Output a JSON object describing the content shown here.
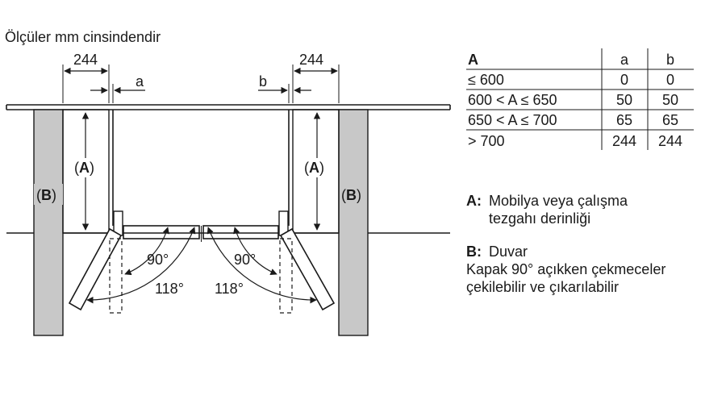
{
  "note": "Ölçüler mm cinsindendir",
  "dims": {
    "left_gap": "244",
    "right_gap": "244",
    "a_label": "a",
    "b_label": "b",
    "depth_left": "A",
    "depth_right": "A",
    "wall_left": "B",
    "wall_right": "B",
    "angle_90_left": "90°",
    "angle_118_left": "118°",
    "angle_90_right": "90°",
    "angle_118_right": "118°"
  },
  "table": {
    "headers": [
      "A",
      "a",
      "b"
    ],
    "rows": [
      [
        "≤ 600",
        "0",
        "0"
      ],
      [
        "600 < A ≤ 650",
        "50",
        "50"
      ],
      [
        "650 < A ≤ 700",
        "65",
        "65"
      ],
      [
        "> 700",
        "244",
        "244"
      ]
    ]
  },
  "legend": {
    "a_key": "A:",
    "a_line1": "Mobilya veya çalışma",
    "a_line2": "tezgahı derinliği",
    "b_key": "B:",
    "b_line1": "Duvar",
    "b_line2": "Kapak 90° açıkken çekmeceler",
    "b_line3": "çekilebilir ve çıkarılabilir"
  },
  "colors": {
    "wall_fill": "#c8c8c8",
    "line": "#1a1a1a"
  }
}
